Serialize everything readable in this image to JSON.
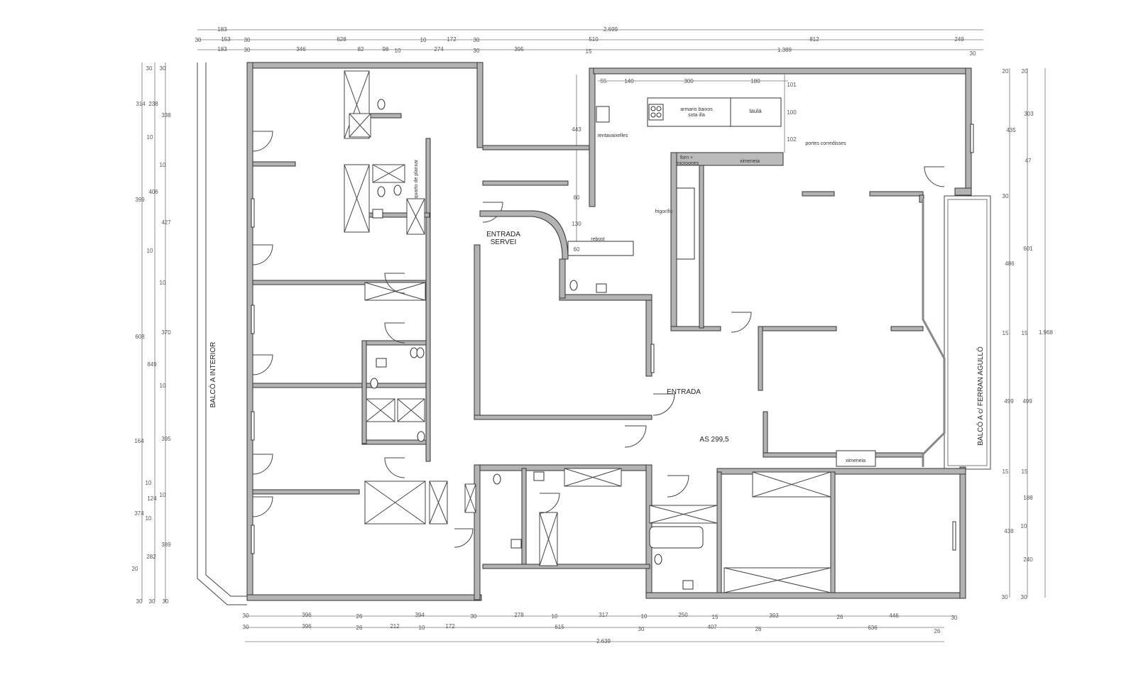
{
  "plan": {
    "dimensions": {
      "top_row1": [
        "183",
        "2.699"
      ],
      "top_row2": [
        "30",
        "153",
        "30",
        "628",
        "10",
        "172",
        "30",
        "510",
        "812",
        "249"
      ],
      "top_row3": [
        "183",
        "30",
        "346",
        "82",
        "98",
        "10",
        "274",
        "30",
        "395",
        "15",
        "1.389",
        "30"
      ],
      "left_col1": [
        "314",
        "399",
        "608",
        "164",
        "374",
        "20",
        "30"
      ],
      "left_col2": [
        "30",
        "238",
        "10",
        "406",
        "10",
        "849",
        "10",
        "124",
        "10",
        "282",
        "30"
      ],
      "left_col3": [
        "30",
        "338",
        "10",
        "427",
        "10",
        "370",
        "10",
        "395",
        "10",
        "389",
        "30"
      ],
      "right_col1": [
        "20",
        "435",
        "30",
        "486",
        "15",
        "499",
        "15",
        "438",
        "30"
      ],
      "right_col2": [
        "20",
        "303",
        "47",
        "601",
        "15",
        "499",
        "15",
        "188",
        "10",
        "240",
        "30"
      ],
      "right_col3": [
        "1.968"
      ],
      "bottom_row1": [
        "30",
        "396",
        "26",
        "394",
        "30",
        "278",
        "10",
        "317",
        "10",
        "250",
        "15",
        "393",
        "26",
        "446",
        "30"
      ],
      "bottom_row2": [
        "30",
        "396",
        "26",
        "212",
        "10",
        "172",
        "615",
        "30",
        "407",
        "26",
        "636",
        "26"
      ],
      "bottom_row3": [
        "2.639"
      ],
      "kitchen": [
        "55",
        "140",
        "300",
        "180",
        "101",
        "100",
        "102",
        "443",
        "60",
        "130",
        "60"
      ]
    },
    "labels": {
      "armaris_1": "armaris baixos",
      "armaris_2": "sota illa",
      "taula": "taula",
      "rentavaixelles": "rentavaixelles",
      "portes": "portes corredisses",
      "forn_1": "forn +",
      "forn_2": "microones",
      "ximeneia_kitchen": "ximeneia",
      "frigorific": "frigorífic",
      "rebost": "rebost",
      "entrada_servei_1": "ENTRADA",
      "entrada_servei_2": "SERVEI",
      "planxar": "quarto de planxar",
      "entrada": "ENTRADA",
      "area": "AS 299,5",
      "ximeneia_living": "ximeneia",
      "balco_interior": "BALCÓ A INTERIOR",
      "balco_ferran": "BALCÓ A c/ FERRAN AGULLÓ"
    }
  }
}
